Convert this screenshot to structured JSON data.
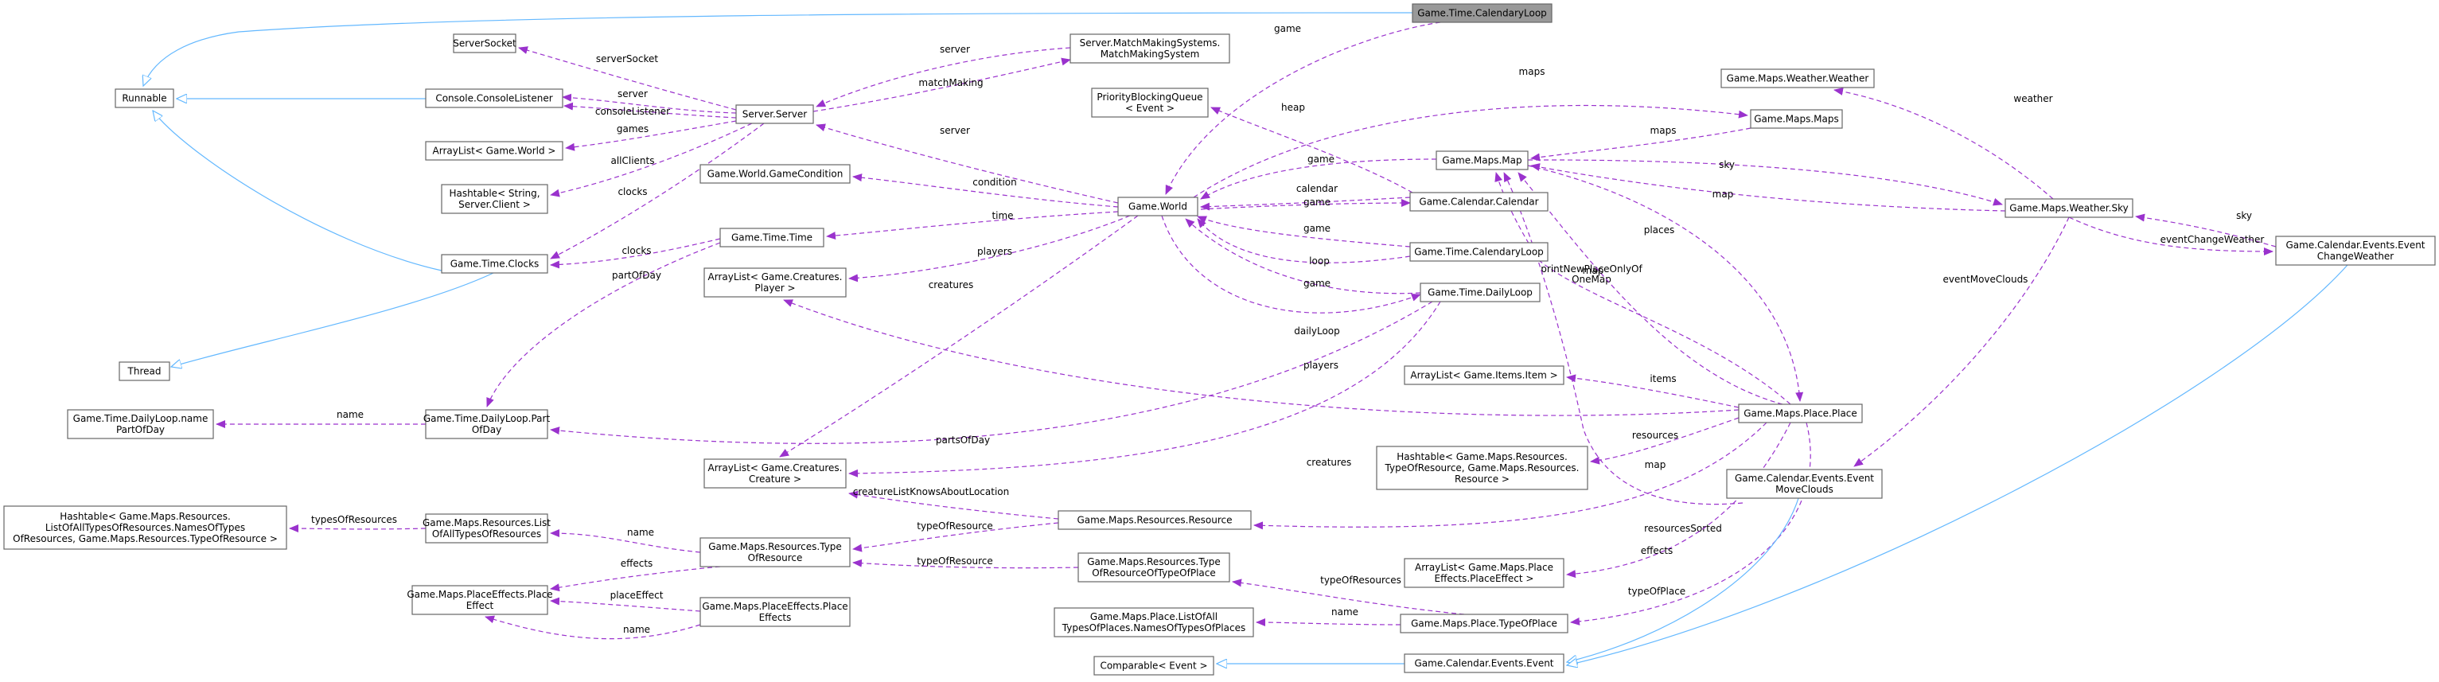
{
  "colors": {
    "usage_edge": "#9a32cd",
    "inherit_edge": "#63b8ff",
    "node_border": "#666666",
    "focus_fill": "#999999"
  },
  "nodes": [
    {
      "id": "calendaryloop_focus",
      "lines": [
        "Game.Time.CalendaryLoop"
      ],
      "focus": true
    },
    {
      "id": "runnable",
      "lines": [
        "Runnable"
      ]
    },
    {
      "id": "serversocket",
      "lines": [
        "ServerSocket"
      ]
    },
    {
      "id": "consolelistener",
      "lines": [
        "Console.ConsoleListener"
      ]
    },
    {
      "id": "arraylist_world",
      "lines": [
        "ArrayList< Game.World >"
      ]
    },
    {
      "id": "hashtable_clients",
      "lines": [
        "Hashtable< String,",
        "Server.Client >"
      ]
    },
    {
      "id": "clocks",
      "lines": [
        "Game.Time.Clocks"
      ]
    },
    {
      "id": "thread",
      "lines": [
        "Thread"
      ]
    },
    {
      "id": "dailyloop_name",
      "lines": [
        "Game.Time.DailyLoop.name",
        "PartOfDay"
      ]
    },
    {
      "id": "hashtable_lists",
      "lines": [
        "Hashtable< Game.Maps.Resources.",
        "ListOfAllTypesOfResources.NamesOfTypes",
        "OfResources, Game.Maps.Resources.TypeOfResource >"
      ]
    },
    {
      "id": "placeeffect",
      "lines": [
        "Game.Maps.PlaceEffects.Place",
        "Effect"
      ]
    },
    {
      "id": "server",
      "lines": [
        "Server.Server"
      ]
    },
    {
      "id": "matchmaking",
      "lines": [
        "Server.MatchMakingSystems.",
        "MatchMakingSystem"
      ]
    },
    {
      "id": "gamecondition",
      "lines": [
        "Game.World.GameCondition"
      ]
    },
    {
      "id": "time",
      "lines": [
        "Game.Time.Time"
      ]
    },
    {
      "id": "arraylist_player",
      "lines": [
        "ArrayList< Game.Creatures.",
        "Player >"
      ]
    },
    {
      "id": "partofday",
      "lines": [
        "Game.Time.DailyLoop.Part",
        "OfDay"
      ]
    },
    {
      "id": "arraylist_creature",
      "lines": [
        "ArrayList< Game.Creatures.",
        "Creature >"
      ]
    },
    {
      "id": "listofalltypes",
      "lines": [
        "Game.Maps.Resources.List",
        "OfAllTypesOfResources"
      ]
    },
    {
      "id": "typeofresource",
      "lines": [
        "Game.Maps.Resources.Type",
        "OfResource"
      ]
    },
    {
      "id": "placeeffects",
      "lines": [
        "Game.Maps.PlaceEffects.Place",
        "Effects"
      ]
    },
    {
      "id": "priorityqueue",
      "lines": [
        "PriorityBlockingQueue",
        "< Event >"
      ]
    },
    {
      "id": "world",
      "lines": [
        "Game.World"
      ]
    },
    {
      "id": "maps",
      "lines": [
        "Game.Maps.Maps"
      ]
    },
    {
      "id": "map",
      "lines": [
        "Game.Maps.Map"
      ]
    },
    {
      "id": "calendar",
      "lines": [
        "Game.Calendar.Calendar"
      ]
    },
    {
      "id": "calendaryloop",
      "lines": [
        "Game.Time.CalendaryLoop"
      ]
    },
    {
      "id": "dailyloop",
      "lines": [
        "Game.Time.DailyLoop"
      ]
    },
    {
      "id": "arraylist_item",
      "lines": [
        "ArrayList< Game.Items.Item >"
      ]
    },
    {
      "id": "hashtable_resources",
      "lines": [
        "Hashtable< Game.Maps.Resources.",
        "TypeOfResource, Game.Maps.Resources.",
        "Resource >"
      ]
    },
    {
      "id": "resource",
      "lines": [
        "Game.Maps.Resources.Resource"
      ]
    },
    {
      "id": "typeofresourceoftypeofplace",
      "lines": [
        "Game.Maps.Resources.Type",
        "OfResourceOfTypeOfPlace"
      ]
    },
    {
      "id": "listofalltypesofplaces",
      "lines": [
        "Game.Maps.Place.ListOfAll",
        "TypesOfPlaces.NamesOfTypesOfPlaces"
      ]
    },
    {
      "id": "comparable",
      "lines": [
        "Comparable< Event >"
      ]
    },
    {
      "id": "weather",
      "lines": [
        "Game.Maps.Weather.Weather"
      ]
    },
    {
      "id": "arraylist_placeeffect",
      "lines": [
        "ArrayList< Game.Maps.Place",
        "Effects.PlaceEffect >"
      ]
    },
    {
      "id": "place",
      "lines": [
        "Game.Maps.Place.Place"
      ]
    },
    {
      "id": "movelouds",
      "lines": [
        "Game.Calendar.Events.Event",
        "MoveClouds"
      ]
    },
    {
      "id": "typeofplace",
      "lines": [
        "Game.Maps.Place.TypeOfPlace"
      ]
    },
    {
      "id": "event",
      "lines": [
        "Game.Calendar.Events.Event"
      ]
    },
    {
      "id": "sky",
      "lines": [
        "Game.Maps.Weather.Sky"
      ]
    },
    {
      "id": "changeweather",
      "lines": [
        "Game.Calendar.Events.Event",
        "ChangeWeather"
      ]
    }
  ],
  "edges": [
    {
      "id": "e_cl_run",
      "kind": "inherit",
      "label": ""
    },
    {
      "id": "e_con_run",
      "kind": "inherit",
      "label": ""
    },
    {
      "id": "e_clocks_run",
      "kind": "inherit",
      "label": ""
    },
    {
      "id": "e_clocks_thread",
      "kind": "inherit",
      "label": ""
    },
    {
      "id": "e_game",
      "kind": "usage",
      "label": "game"
    },
    {
      "id": "e_serversocket",
      "kind": "usage",
      "label": "serverSocket"
    },
    {
      "id": "e_server_con",
      "kind": "usage",
      "label": "server"
    },
    {
      "id": "e_consolelistener",
      "kind": "usage",
      "label": "consoleListener"
    },
    {
      "id": "e_games",
      "kind": "usage",
      "label": "games"
    },
    {
      "id": "e_allclients",
      "kind": "usage",
      "label": "allClients"
    },
    {
      "id": "e_clocks_srv",
      "kind": "usage",
      "label": "clocks"
    },
    {
      "id": "e_server_mm",
      "kind": "usage",
      "label": "server"
    },
    {
      "id": "e_matchmaking",
      "kind": "usage",
      "label": "matchMaking"
    },
    {
      "id": "e_server_world",
      "kind": "usage",
      "label": "server"
    },
    {
      "id": "e_maps",
      "kind": "usage",
      "label": "maps"
    },
    {
      "id": "e_heap",
      "kind": "usage",
      "label": "heap"
    },
    {
      "id": "e_maps_map",
      "kind": "usage",
      "label": "maps"
    },
    {
      "id": "e_game_map",
      "kind": "usage",
      "label": "game"
    },
    {
      "id": "e_condition",
      "kind": "usage",
      "label": "condition"
    },
    {
      "id": "e_calendar",
      "kind": "usage",
      "label": "calendar"
    },
    {
      "id": "e_game_cal",
      "kind": "usage",
      "label": "game"
    },
    {
      "id": "e_time",
      "kind": "usage",
      "label": "time"
    },
    {
      "id": "e_game_cloop",
      "kind": "usage",
      "label": "game"
    },
    {
      "id": "e_players",
      "kind": "usage",
      "label": "players"
    },
    {
      "id": "e_clocks_time",
      "kind": "usage",
      "label": "clocks"
    },
    {
      "id": "e_partofday_time",
      "kind": "usage",
      "label": "partOfDay"
    },
    {
      "id": "e_loop",
      "kind": "usage",
      "label": "loop"
    },
    {
      "id": "e_game_dloop",
      "kind": "usage",
      "label": "game"
    },
    {
      "id": "e_creatures_world",
      "kind": "usage",
      "label": "creatures"
    },
    {
      "id": "e_dailyloop",
      "kind": "usage",
      "label": "dailyLoop"
    },
    {
      "id": "e_name_pod",
      "kind": "usage",
      "label": "name"
    },
    {
      "id": "e_partsofday",
      "kind": "usage",
      "label": "partsOfDay"
    },
    {
      "id": "e_creatures_place",
      "kind": "usage",
      "label": "creatures"
    },
    {
      "id": "e_creaturelist",
      "kind": "usage",
      "label": "creatureListKnowsAboutLocation"
    },
    {
      "id": "e_typesofresources",
      "kind": "usage",
      "label": "typesOfResources"
    },
    {
      "id": "e_name_list",
      "kind": "usage",
      "label": "name"
    },
    {
      "id": "e_typeofresource_res",
      "kind": "usage",
      "label": "typeOfResource"
    },
    {
      "id": "e_typeofresource_torp",
      "kind": "usage",
      "label": "typeOfResource"
    },
    {
      "id": "e_effects_tor",
      "kind": "usage",
      "label": "effects"
    },
    {
      "id": "e_placeeffect",
      "kind": "usage",
      "label": "placeEffect"
    },
    {
      "id": "e_name_effects",
      "kind": "usage",
      "label": "name"
    },
    {
      "id": "e_weather",
      "kind": "usage",
      "label": "weather"
    },
    {
      "id": "e_sky_map",
      "kind": "usage",
      "label": "sky"
    },
    {
      "id": "e_map_sky",
      "kind": "usage",
      "label": "map"
    },
    {
      "id": "e_sky_change",
      "kind": "usage",
      "label": "sky"
    },
    {
      "id": "e_eventchangeweather",
      "kind": "usage",
      "label": "eventChangeWeather"
    },
    {
      "id": "e_eventmoveclouds",
      "kind": "usage",
      "label": "eventMoveClouds"
    },
    {
      "id": "e_places",
      "kind": "usage",
      "label": "places"
    },
    {
      "id": "e_printnew",
      "kind": "usage",
      "label": "printNewPlaceOnlyOf\nOneMap"
    },
    {
      "id": "e_map_place",
      "kind": "usage",
      "label": "map"
    },
    {
      "id": "e_players_place",
      "kind": "usage",
      "label": "players"
    },
    {
      "id": "e_items",
      "kind": "usage",
      "label": "items"
    },
    {
      "id": "e_resources",
      "kind": "usage",
      "label": "resources"
    },
    {
      "id": "e_map_clouds",
      "kind": "usage",
      "label": "map"
    },
    {
      "id": "e_resourcessorted",
      "kind": "usage",
      "label": "resourcesSorted"
    },
    {
      "id": "e_effects_place",
      "kind": "usage",
      "label": "effects"
    },
    {
      "id": "e_typeofplace",
      "kind": "usage",
      "label": "typeOfPlace"
    },
    {
      "id": "e_typeofresources_tp",
      "kind": "usage",
      "label": "typeOfResources"
    },
    {
      "id": "e_name_tp",
      "kind": "usage",
      "label": "name"
    },
    {
      "id": "e_comparable_event",
      "kind": "inherit",
      "label": ""
    },
    {
      "id": "e_clouds_event",
      "kind": "inherit",
      "label": ""
    },
    {
      "id": "e_change_event",
      "kind": "inherit",
      "label": ""
    }
  ]
}
